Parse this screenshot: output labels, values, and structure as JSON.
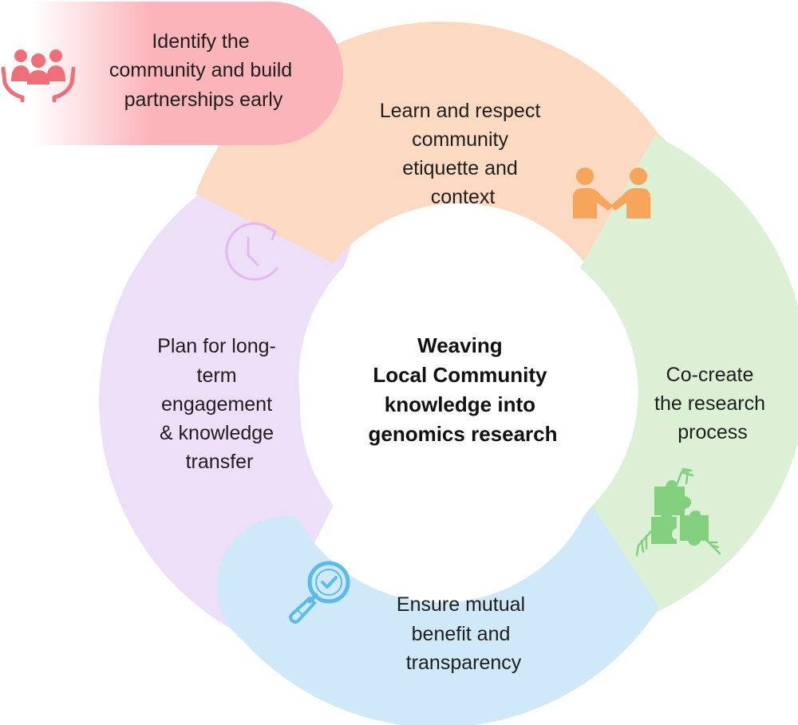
{
  "center": {
    "lines": [
      "Weaving",
      "Local Community",
      "knowledge into",
      "genomics research"
    ]
  },
  "steps": [
    {
      "id": "identify",
      "lines": [
        "Identify the",
        "community and build",
        "partnerships early"
      ],
      "icon": "community-hands-icon",
      "color": "#fbb4b9"
    },
    {
      "id": "learn",
      "lines": [
        "Learn and respect",
        "community",
        "etiquette and",
        "context"
      ],
      "icon": "handshake-icon",
      "color": "#fcd9c1"
    },
    {
      "id": "cocreate",
      "lines": [
        "Co-create",
        "the research",
        "process"
      ],
      "icon": "puzzle-hands-icon",
      "color": "#dcf0d5"
    },
    {
      "id": "ensure",
      "lines": [
        "Ensure mutual",
        "benefit and",
        "transparency"
      ],
      "icon": "magnifier-check-icon",
      "color": "#cfe9f8"
    },
    {
      "id": "plan",
      "lines": [
        "Plan for long-",
        "term",
        "engagement",
        "& knowledge",
        "transfer"
      ],
      "icon": "clock-icon",
      "color": "#ecdff7"
    }
  ],
  "icon_colors": {
    "community": "#ee6f78",
    "handshake": "#f6a55a",
    "puzzle": "#82cf7e",
    "magnifier": "#5bbbe8",
    "clock": "#e1b8f2"
  }
}
